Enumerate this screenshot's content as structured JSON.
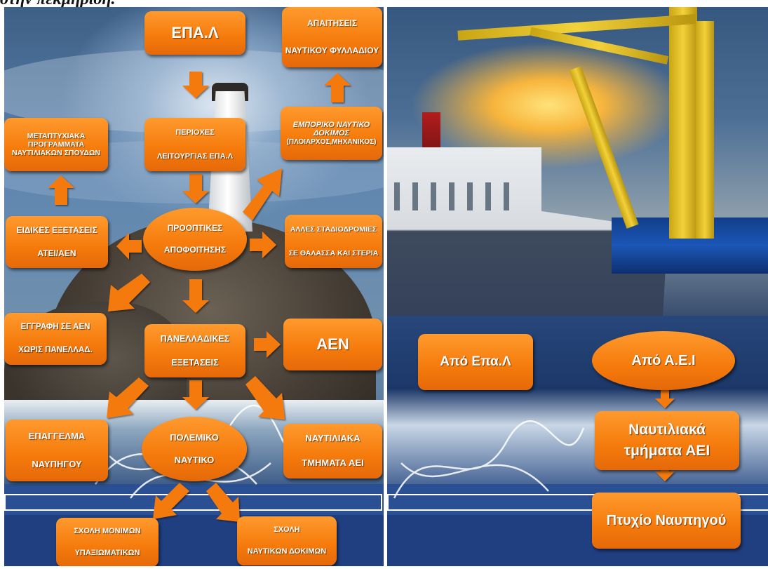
{
  "header": {
    "text": "οτην πεκμηριοη."
  },
  "left_panel": {
    "nodes": {
      "epal": [
        "ΕΠΑ.Λ"
      ],
      "apaitiseis": [
        "ΑΠΑΙΤΗΣΕΙΣ",
        "ΝΑΥΤΙΚΟΥ ΦΥΛΛΑΔΙΟΥ"
      ],
      "perioxes": [
        "ΠΕΡΙΟΧΕΣ",
        "ΛΕΙΤΟΥΡΓΙΑΣ ΕΠΑ.Λ"
      ],
      "metaptyxiaka": [
        "ΜΕΤΑΠΤΥΧΙΑΚΑ",
        "ΠΡΟΓΡΑΜΜΑΤΑ",
        "ΝΑΥΤΙΛΙΑΚΩΝ ΣΠΟΥΔΩΝ"
      ],
      "emporiko": [
        "ΕΜΠΟΡΙΚΟ ΝΑΥΤΙΚΟ",
        "ΔΟΚΙΜΟΣ",
        "(ΠΛΟΙΑΡΧΟΣ,ΜΗΧΑΝΙΚΟΣ)"
      ],
      "proptikes": [
        "ΠΡΟΟΠΤΙΚΕΣ",
        "ΑΠΟΦΟΙΤΗΣΗΣ"
      ],
      "eidikes": [
        "ΕΙΔΙΚΕΣ ΕΞΕΤΑΣΕΙΣ",
        "ΑΤΕΙ/ΑΕΝ"
      ],
      "alles": [
        "ΑΛΛΕΣ ΣΤΑΔΙΟΔΡΟΜΙΕΣ",
        "ΣΕ ΘΑΛΑΣΣΑ ΚΑΙ ΣΤΕΡΙΑ"
      ],
      "eggrafi": [
        "ΕΓΓΡΑΦΗ ΣΕ ΑΕΝ",
        "ΧΩΡΙΣ ΠΑΝΕΛΛΑΔ."
      ],
      "panelladikes": [
        "ΠΑΝΕΛΛΑΔΙΚΕΣ",
        "ΕΞΕΤΑΣΕΙΣ"
      ],
      "aen": [
        "ΑΕΝ"
      ],
      "epaggelma": [
        "ΕΠΑΓΓΕΛΜΑ",
        "ΝΑΥΠΗΓΟΥ"
      ],
      "polemiko": [
        "ΠΟΛΕΜΙΚΟ",
        "ΝΑΥΤΙΚΟ"
      ],
      "naytiliaka": [
        "ΝΑΥΤΙΛΙΑΚΑ",
        "ΤΜΗΜΑΤΑ ΑΕΙ"
      ],
      "sxoli_monimon": [
        "ΣΧΟΛΗ ΜΟΝΙΜΩΝ",
        "ΥΠΑΞΙΩΜΑΤΙΚΩΝ"
      ],
      "sxoli_naytikon": [
        "ΣΧΟΛΗ",
        "ΝΑΥΤΙΚΩΝ ΔΟΚΙΜΩΝ"
      ]
    }
  },
  "right_panel": {
    "nodes": {
      "apo_epal": [
        "Από Επα.Λ"
      ],
      "apo_aei": [
        "Από Α.Ε.Ι"
      ],
      "naytiliaka_aei": [
        "Ναυτιλιακά",
        "τμήματα ΑΕΙ"
      ],
      "ptyxio": [
        "Πτυχίο Ναυπηγού"
      ]
    }
  },
  "colors": {
    "node_fill": "#f57a0b",
    "node_text": "#ffffff",
    "band": "#1f3f80"
  }
}
